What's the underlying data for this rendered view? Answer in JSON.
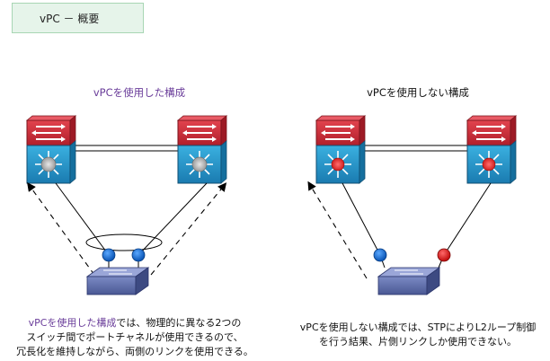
{
  "title": "vPC － 概要",
  "left": {
    "heading": "vPCを使用した構成",
    "caption_highlight": "vPCを使用した構成",
    "caption_rest_1": "では、物理的に異なる2つの",
    "caption_line_2": "スイッチ間でポートチャネルが使用できるので、",
    "caption_line_3": "冗長化を維持しながら、両側のリンクを使用できる。"
  },
  "right": {
    "heading": "vPCを使用しない構成",
    "caption_line_1": "vPCを使用しない構成では、STPによりL2ループ制御",
    "caption_line_2": "を行う結果、片側リンクしか使用できない。"
  },
  "colors": {
    "core_top": "#cc2a36",
    "core_bottom": "#1f8fc0",
    "access_switch": "#5a6aa6",
    "port_blue": "#1e6fd0",
    "port_red": "#e41b1b"
  },
  "icons": [
    "nexus-switch-icon",
    "access-switch-icon",
    "port-blue-icon",
    "port-red-icon"
  ]
}
